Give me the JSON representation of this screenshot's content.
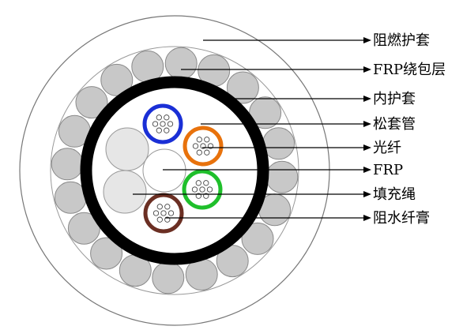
{
  "diagram": {
    "labels": [
      {
        "id": "flame-retardant-sheath",
        "text": "阻燃护套"
      },
      {
        "id": "frp-wrap-layer",
        "text": "FRP绕包层"
      },
      {
        "id": "inner-sheath",
        "text": "内护套"
      },
      {
        "id": "loose-tube",
        "text": "松套管"
      },
      {
        "id": "optical-fiber",
        "text": "光纤"
      },
      {
        "id": "frp",
        "text": "FRP"
      },
      {
        "id": "filler-rope",
        "text": "填充绳"
      },
      {
        "id": "water-blocking-gel",
        "text": "阻水纤膏"
      }
    ],
    "tube_colors": {
      "blue": "#1a2fd6",
      "orange": "#e8720c",
      "green": "#1fbf2b",
      "brown": "#6b2f23"
    },
    "colors": {
      "frp_rods": "#c8c8c8",
      "inner_sheath": "#000000",
      "filler": "#e6e6e6",
      "outer_sheath": "#ffffff"
    }
  }
}
